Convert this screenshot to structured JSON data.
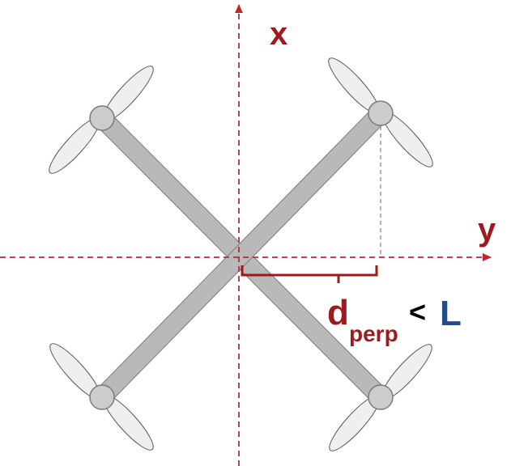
{
  "labels": {
    "x_axis": "x",
    "y_axis": "y",
    "d_main": "d",
    "d_sub": "perp",
    "less_than": "<",
    "L": "L"
  },
  "colors": {
    "axis": "#c0282e",
    "label_red": "#9b1b1e",
    "label_blue": "#1f4e8c",
    "label_black": "#000000",
    "arm_fill": "#b9b9b9",
    "arm_stroke": "#7a7a7a",
    "hub_fill": "#cccccc",
    "blade_fill": "#efefef",
    "blade_stroke": "#555555",
    "guide": "#9a9a9a"
  }
}
